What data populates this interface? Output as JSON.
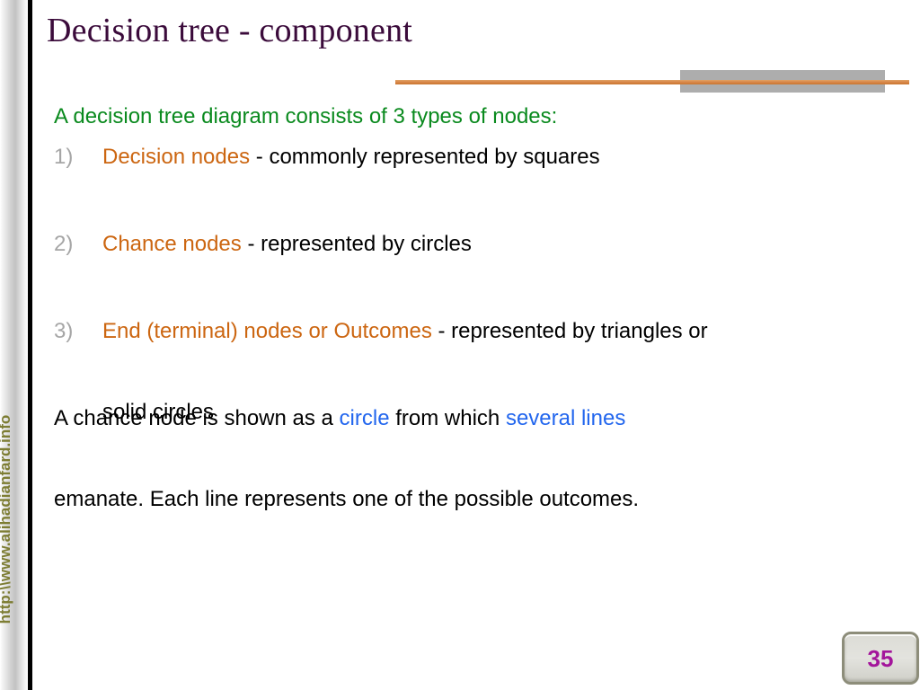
{
  "slide": {
    "title": "Decision tree - component",
    "page_number": "35",
    "sidebar_url": "http:\\\\www.alihadianfard.info",
    "colors": {
      "title": "#3b0b3b",
      "lead_green": "#0a8a1e",
      "term_orange": "#cc6611",
      "marker_gray": "#a6a6a6",
      "highlight_blue": "#2266ee",
      "divider_orange": "#d9884a",
      "divider_gray": "#adadad",
      "badge_number": "#a3159b",
      "sidebar_text": "#7d7d33"
    }
  },
  "content": {
    "lead": "A decision tree diagram consists of 3 types of nodes:",
    "items": [
      {
        "marker": "1)",
        "term": "Decision nodes",
        "rest": " - commonly represented by squares",
        "continuation": ""
      },
      {
        "marker": "2)",
        "term": "Chance nodes",
        "rest": " - represented by circles",
        "continuation": ""
      },
      {
        "marker": "3)",
        "term": "End (terminal) nodes or Outcomes",
        "rest": " - represented by triangles or",
        "continuation": "solid circles"
      }
    ],
    "paragraph": {
      "part1": "A chance node is shown as a ",
      "blue1": "circle",
      "part2": " from which ",
      "blue2": "several lines",
      "part3": "emanate. Each line represents one of the possible outcomes."
    }
  }
}
